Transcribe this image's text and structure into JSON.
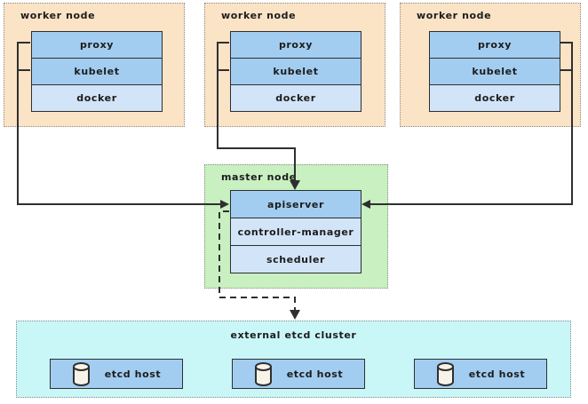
{
  "colors": {
    "canvas_bg": "#ffffff",
    "worker_bg": "#fbe3c6",
    "master_bg": "#c8f0c0",
    "etcd_bg": "#c9f6f7",
    "box_blue": "#a2cdf1",
    "box_blue_light": "#d2e4f7",
    "box_border": "#2f2f2f",
    "container_border": "#8c8c8c",
    "arrow": "#2f2f2f",
    "text": "#1c1c1c",
    "cylinder_fill": "#f7f3e9"
  },
  "workers": [
    {
      "title": "worker node",
      "components": [
        "proxy",
        "kubelet",
        "docker"
      ]
    },
    {
      "title": "worker node",
      "components": [
        "proxy",
        "kubelet",
        "docker"
      ]
    },
    {
      "title": "worker node",
      "components": [
        "proxy",
        "kubelet",
        "docker"
      ]
    }
  ],
  "master": {
    "title": "master node",
    "components": [
      "apiserver",
      "controller-manager",
      "scheduler"
    ]
  },
  "etcd": {
    "title": "external etcd cluster",
    "hosts": [
      {
        "label": "etcd host"
      },
      {
        "label": "etcd host"
      },
      {
        "label": "etcd host"
      }
    ]
  }
}
